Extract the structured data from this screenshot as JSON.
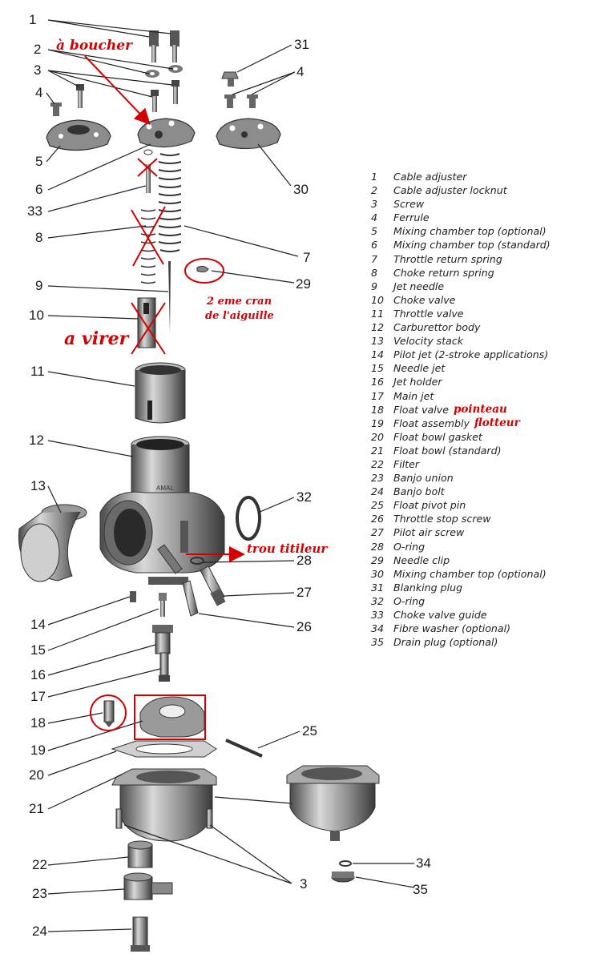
{
  "callouts": [
    "1",
    "2",
    "3",
    "4",
    "5",
    "6",
    "33",
    "8",
    "9",
    "10",
    "11",
    "12",
    "13",
    "14",
    "15",
    "16",
    "17",
    "18",
    "19",
    "20",
    "21",
    "22",
    "23",
    "24",
    "31",
    "4",
    "30",
    "7",
    "29",
    "32",
    "28",
    "27",
    "26",
    "25",
    "3",
    "34",
    "35"
  ],
  "annotations": {
    "boucher": "à boucher",
    "virer": "a virer",
    "cran_line1": "2 eme  cran",
    "cran_line2": "de l'aiguille",
    "titileur": "trou titileur"
  },
  "legend": [
    {
      "num": "1",
      "label": "Cable adjuster"
    },
    {
      "num": "2",
      "label": "Cable adjuster locknut"
    },
    {
      "num": "3",
      "label": "Screw"
    },
    {
      "num": "4",
      "label": "Ferrule"
    },
    {
      "num": "5",
      "label": "Mixing chamber top (optional)"
    },
    {
      "num": "6",
      "label": "Mixing chamber top (standard)"
    },
    {
      "num": "7",
      "label": "Throttle return spring"
    },
    {
      "num": "8",
      "label": "Choke return spring"
    },
    {
      "num": "9",
      "label": "Jet needle"
    },
    {
      "num": "10",
      "label": "Choke valve"
    },
    {
      "num": "11",
      "label": "Throttle valve"
    },
    {
      "num": "12",
      "label": "Carburettor body"
    },
    {
      "num": "13",
      "label": "Velocity stack"
    },
    {
      "num": "14",
      "label": "Pilot jet (2-stroke applications)"
    },
    {
      "num": "15",
      "label": "Needle jet"
    },
    {
      "num": "16",
      "label": "Jet holder"
    },
    {
      "num": "17",
      "label": "Main jet"
    },
    {
      "num": "18",
      "label": "Float valve",
      "annotation": "pointeau"
    },
    {
      "num": "19",
      "label": "Float assembly",
      "annotation": "flotteur"
    },
    {
      "num": "20",
      "label": "Float bowl gasket"
    },
    {
      "num": "21",
      "label": "Float bowl (standard)"
    },
    {
      "num": "22",
      "label": "Filter"
    },
    {
      "num": "23",
      "label": "Banjo union"
    },
    {
      "num": "24",
      "label": "Banjo bolt"
    },
    {
      "num": "25",
      "label": "Float pivot pin"
    },
    {
      "num": "26",
      "label": "Throttle stop screw"
    },
    {
      "num": "27",
      "label": "Pilot air screw"
    },
    {
      "num": "28",
      "label": "O-ring"
    },
    {
      "num": "29",
      "label": "Needle clip"
    },
    {
      "num": "30",
      "label": "Mixing chamber top (optional)"
    },
    {
      "num": "31",
      "label": "Blanking plug"
    },
    {
      "num": "32",
      "label": "O-ring"
    },
    {
      "num": "33",
      "label": "Choke valve guide"
    },
    {
      "num": "34",
      "label": "Fibre washer (optional)"
    },
    {
      "num": "35",
      "label": "Drain plug (optional)"
    }
  ],
  "colors": {
    "annotation_red": "#d40000",
    "ink": "#1a1a1a",
    "part_fill": "#9a9a9a"
  }
}
